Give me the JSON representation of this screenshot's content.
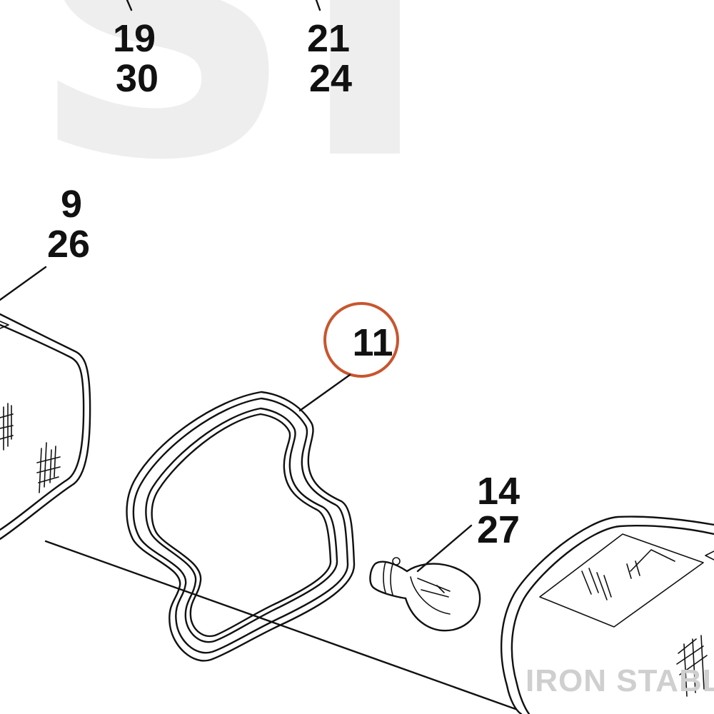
{
  "watermark": {
    "background_letters": "SI",
    "brand": "IRON STABLE"
  },
  "callouts": {
    "c19": "19",
    "c30": "30",
    "c21": "21",
    "c24": "24",
    "c9": "9",
    "c26": "26",
    "c11": "11",
    "c14": "14",
    "c27": "27"
  },
  "colors": {
    "highlight": "#c9552e",
    "ink": "#111111"
  }
}
